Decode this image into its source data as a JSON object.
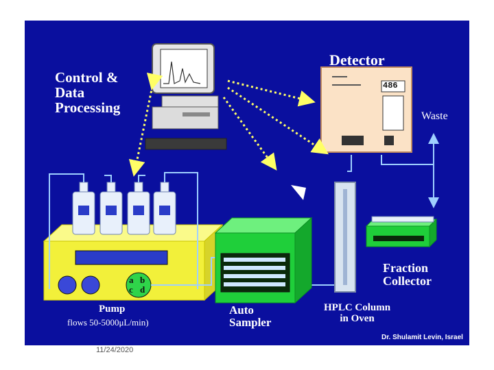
{
  "labels": {
    "control_line1": "Control &",
    "control_line2": "Data",
    "control_line3": "Processing",
    "detector": "Detector",
    "detector_display": "486",
    "waste": "Waste",
    "fraction_line1": "Fraction",
    "fraction_line2": "Collector",
    "pump_title": "Pump",
    "pump_flow": "flows 50-5000μL/min)",
    "valve_a": "a",
    "valve_b": "b",
    "valve_c": "c",
    "valve_d": "d",
    "auto_line1": "Auto",
    "auto_line2": "Sampler",
    "hplc_line1": "HPLC Column",
    "hplc_line2": "in Oven",
    "credit": "Dr. Shulamit Levin, Israel"
  },
  "footer": {
    "date": "11/24/2020"
  },
  "colors": {
    "background": "#0a0f9e",
    "pump": "#f2f03a",
    "sampler": "#1fcf3a",
    "detector": "#fbe2c6",
    "column": "#d8e4f0",
    "signal_arrow": "#ffff66",
    "line": "#9fd0ff"
  }
}
